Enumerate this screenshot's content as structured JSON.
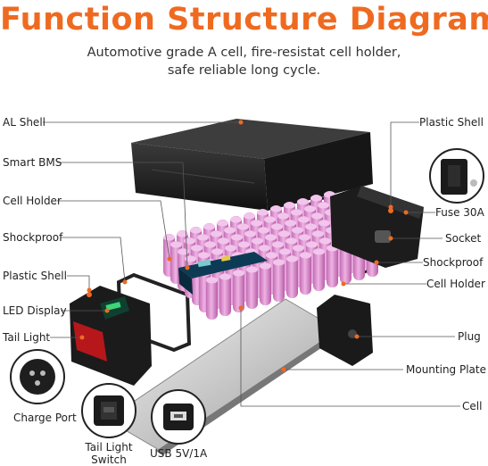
{
  "title": "Function Structure Diagram",
  "subtitle_line1": "Automotive grade A cell, fire-resistat cell holder,",
  "subtitle_line2": "safe reliable long cycle.",
  "colors": {
    "accent": "#ef6a21",
    "cell": "#d985c9",
    "leader": "#555555",
    "housing": "#1c1c1c"
  },
  "labels_left": {
    "al_shell": "AL Shell",
    "smart_bms": "Smart BMS",
    "cell_holder": "Cell Holder",
    "shockproof": "Shockproof",
    "plastic_shell": "Plastic Shell",
    "led_display": "LED Display",
    "tail_light": "Tail Light",
    "charge_port": "Charge Port",
    "tail_light_switch_1": "Tail Light",
    "tail_light_switch_2": "Switch",
    "usb": "USB 5V/1A"
  },
  "labels_right": {
    "plastic_shell": "Plastic Shell",
    "fuse": "Fuse 30A",
    "socket": "Socket",
    "shockproof": "Shockproof",
    "cell_holder": "Cell Holder",
    "plug": "Plug",
    "mounting_plate": "Mounting Plate",
    "cell": "Cell"
  }
}
